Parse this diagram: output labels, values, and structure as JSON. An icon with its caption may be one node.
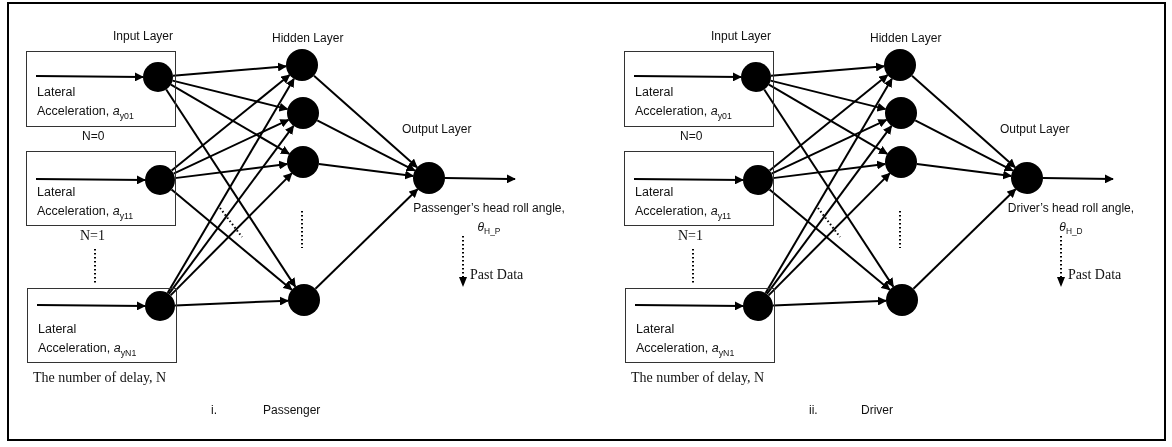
{
  "diagram": {
    "nodes": [
      {
        "text": [
          "Lateral Acceleration, *a*$_{y01}$"
        ]
      },
      {
        "text": [],
        "shape": "circle",
        "in": 0
      },
      {
        "text": [
          "Lateral Acceleration, *a*$_{y11}$"
        ]
      },
      {
        "text": [],
        "shape": "circle",
        "in": 2
      },
      {
        "text": [
          "Lateral Acceleration, *a*$_{yN1}$"
        ]
      },
      {
        "text": [],
        "shape": "circle",
        "in": 4
      },
      {
        "text": [],
        "shape": "circle"
      },
      {
        "text": [],
        "shape": "circle"
      },
      {
        "text": [],
        "shape": "circle"
      },
      {
        "text": [],
        "shape": "circle"
      },
      {
        "text": [],
        "shape": "circle",
        "beside": [
          "Passenger’s head roll angle, *θ*$_{H_P}$"
        ]
      },
      {
        "text": [
          "Lateral Acceleration, *a*$_{y01}$"
        ]
      },
      {
        "text": [],
        "shape": "circle",
        "in": 11
      },
      {
        "text": [
          "Lateral Acceleration, *a*$_{y11}$"
        ]
      },
      {
        "text": [],
        "shape": "circle",
        "in": 13
      },
      {
        "text": [
          "Lateral Acceleration, *a*$_{yN1}$"
        ]
      },
      {
        "text": [],
        "shape": "circle",
        "in": 15
      },
      {
        "text": [],
        "shape": "circle"
      },
      {
        "text": [],
        "shape": "circle"
      },
      {
        "text": [],
        "shape": "circle"
      },
      {
        "text": [],
        "shape": "circle"
      },
      {
        "text": [],
        "shape": "circle",
        "beside": [
          "Driver’s head roll angle, *θ*$_{H_D}$"
        ]
      }
    ],
    "edges": [
      {
        "from": 0,
        "to": 1,
        "arrow": "to"
      },
      {
        "from": 2,
        "to": 3,
        "arrow": "to"
      },
      {
        "from": 4,
        "to": 5,
        "arrow": "to"
      },
      {
        "from": 1,
        "to": 6,
        "arrow": "to"
      },
      {
        "from": 1,
        "to": 7,
        "arrow": "to"
      },
      {
        "from": 1,
        "to": 8,
        "arrow": "to"
      },
      {
        "from": 1,
        "to": 9,
        "arrow": "to"
      },
      {
        "from": 3,
        "to": 6,
        "arrow": "to"
      },
      {
        "from": 3,
        "to": 7,
        "arrow": "to"
      },
      {
        "from": 3,
        "to": 8,
        "arrow": "to"
      },
      {
        "from": 3,
        "to": 9,
        "arrow": "to"
      },
      {
        "from": 5,
        "to": 6,
        "arrow": "to"
      },
      {
        "from": 5,
        "to": 7,
        "arrow": "to"
      },
      {
        "from": 5,
        "to": 8,
        "arrow": "to"
      },
      {
        "from": 5,
        "to": 9,
        "arrow": "to"
      },
      {
        "from": 6,
        "to": 10,
        "arrow": "to"
      },
      {
        "from": 7,
        "to": 10,
        "arrow": "to"
      },
      {
        "from": 8,
        "to": 10,
        "arrow": "to"
      },
      {
        "from": 9,
        "to": 10,
        "arrow": "to"
      },
      {
        "from": 10,
        "to": null,
        "arrow": "to"
      },
      {
        "from": 11,
        "to": 12,
        "arrow": "to"
      },
      {
        "from": 13,
        "to": 14,
        "arrow": "to"
      },
      {
        "from": 15,
        "to": 16,
        "arrow": "to"
      },
      {
        "from": 12,
        "to": 17,
        "arrow": "to"
      },
      {
        "from": 12,
        "to": 18,
        "arrow": "to"
      },
      {
        "from": 12,
        "to": 19,
        "arrow": "to"
      },
      {
        "from": 12,
        "to": 20,
        "arrow": "to"
      },
      {
        "from": 14,
        "to": 17,
        "arrow": "to"
      },
      {
        "from": 14,
        "to": 18,
        "arrow": "to"
      },
      {
        "from": 14,
        "to": 19,
        "arrow": "to"
      },
      {
        "from": 14,
        "to": 20,
        "arrow": "to"
      },
      {
        "from": 16,
        "to": 17,
        "arrow": "to"
      },
      {
        "from": 16,
        "to": 18,
        "arrow": "to"
      },
      {
        "from": 16,
        "to": 19,
        "arrow": "to"
      },
      {
        "from": 16,
        "to": 20,
        "arrow": "to"
      },
      {
        "from": 17,
        "to": 21,
        "arrow": "to"
      },
      {
        "from": 18,
        "to": 21,
        "arrow": "to"
      },
      {
        "from": 19,
        "to": 21,
        "arrow": "to"
      },
      {
        "from": 20,
        "to": 21,
        "arrow": "to"
      },
      {
        "from": 21,
        "to": null,
        "arrow": "to"
      }
    ],
    "labels": [
      "Input Layer",
      "Hidden Layer",
      "Output Layer",
      "N=0",
      "N=1",
      "The number of delay, N",
      "Past Data",
      "i.",
      "Passenger",
      "Input Layer",
      "Hidden Layer",
      "Output Layer",
      "N=0",
      "N=1",
      "The number of delay, N",
      "Past Data",
      "ii.",
      "Driver"
    ]
  }
}
